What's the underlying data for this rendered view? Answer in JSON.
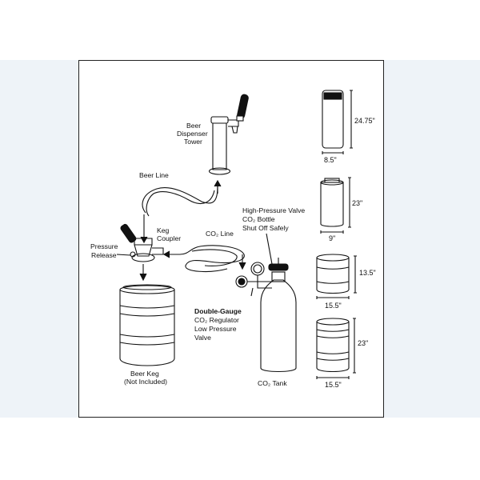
{
  "labels": {
    "tower": [
      "Beer",
      "Dispenser",
      "Tower"
    ],
    "beer_line": "Beer Line",
    "keg_coupler": [
      "Keg",
      "Coupler"
    ],
    "pressure_release": [
      "Pressure",
      "Release"
    ],
    "co2_line": "CO₂ Line",
    "high_pressure_valve": [
      "High-Pressure Valve",
      "CO₂ Bottle",
      "Shut Off Safely"
    ],
    "regulator": [
      "Double-Gauge",
      "CO₂ Regulator",
      "Low Pressure",
      "Valve"
    ],
    "beer_keg": [
      "Beer Keg",
      "(Not Included)"
    ],
    "co2_tank": "CO₂ Tank"
  },
  "keg_sizes": [
    {
      "height": "24.75\"",
      "width": "8.5\""
    },
    {
      "height": "23\"",
      "width": "9\""
    },
    {
      "height": "13.5\"",
      "width": "15.5\""
    },
    {
      "height": "23\"",
      "width": "15.5\""
    }
  ],
  "colors": {
    "band": "#eef3f8",
    "ink": "#111111",
    "panel": "#ffffff"
  }
}
